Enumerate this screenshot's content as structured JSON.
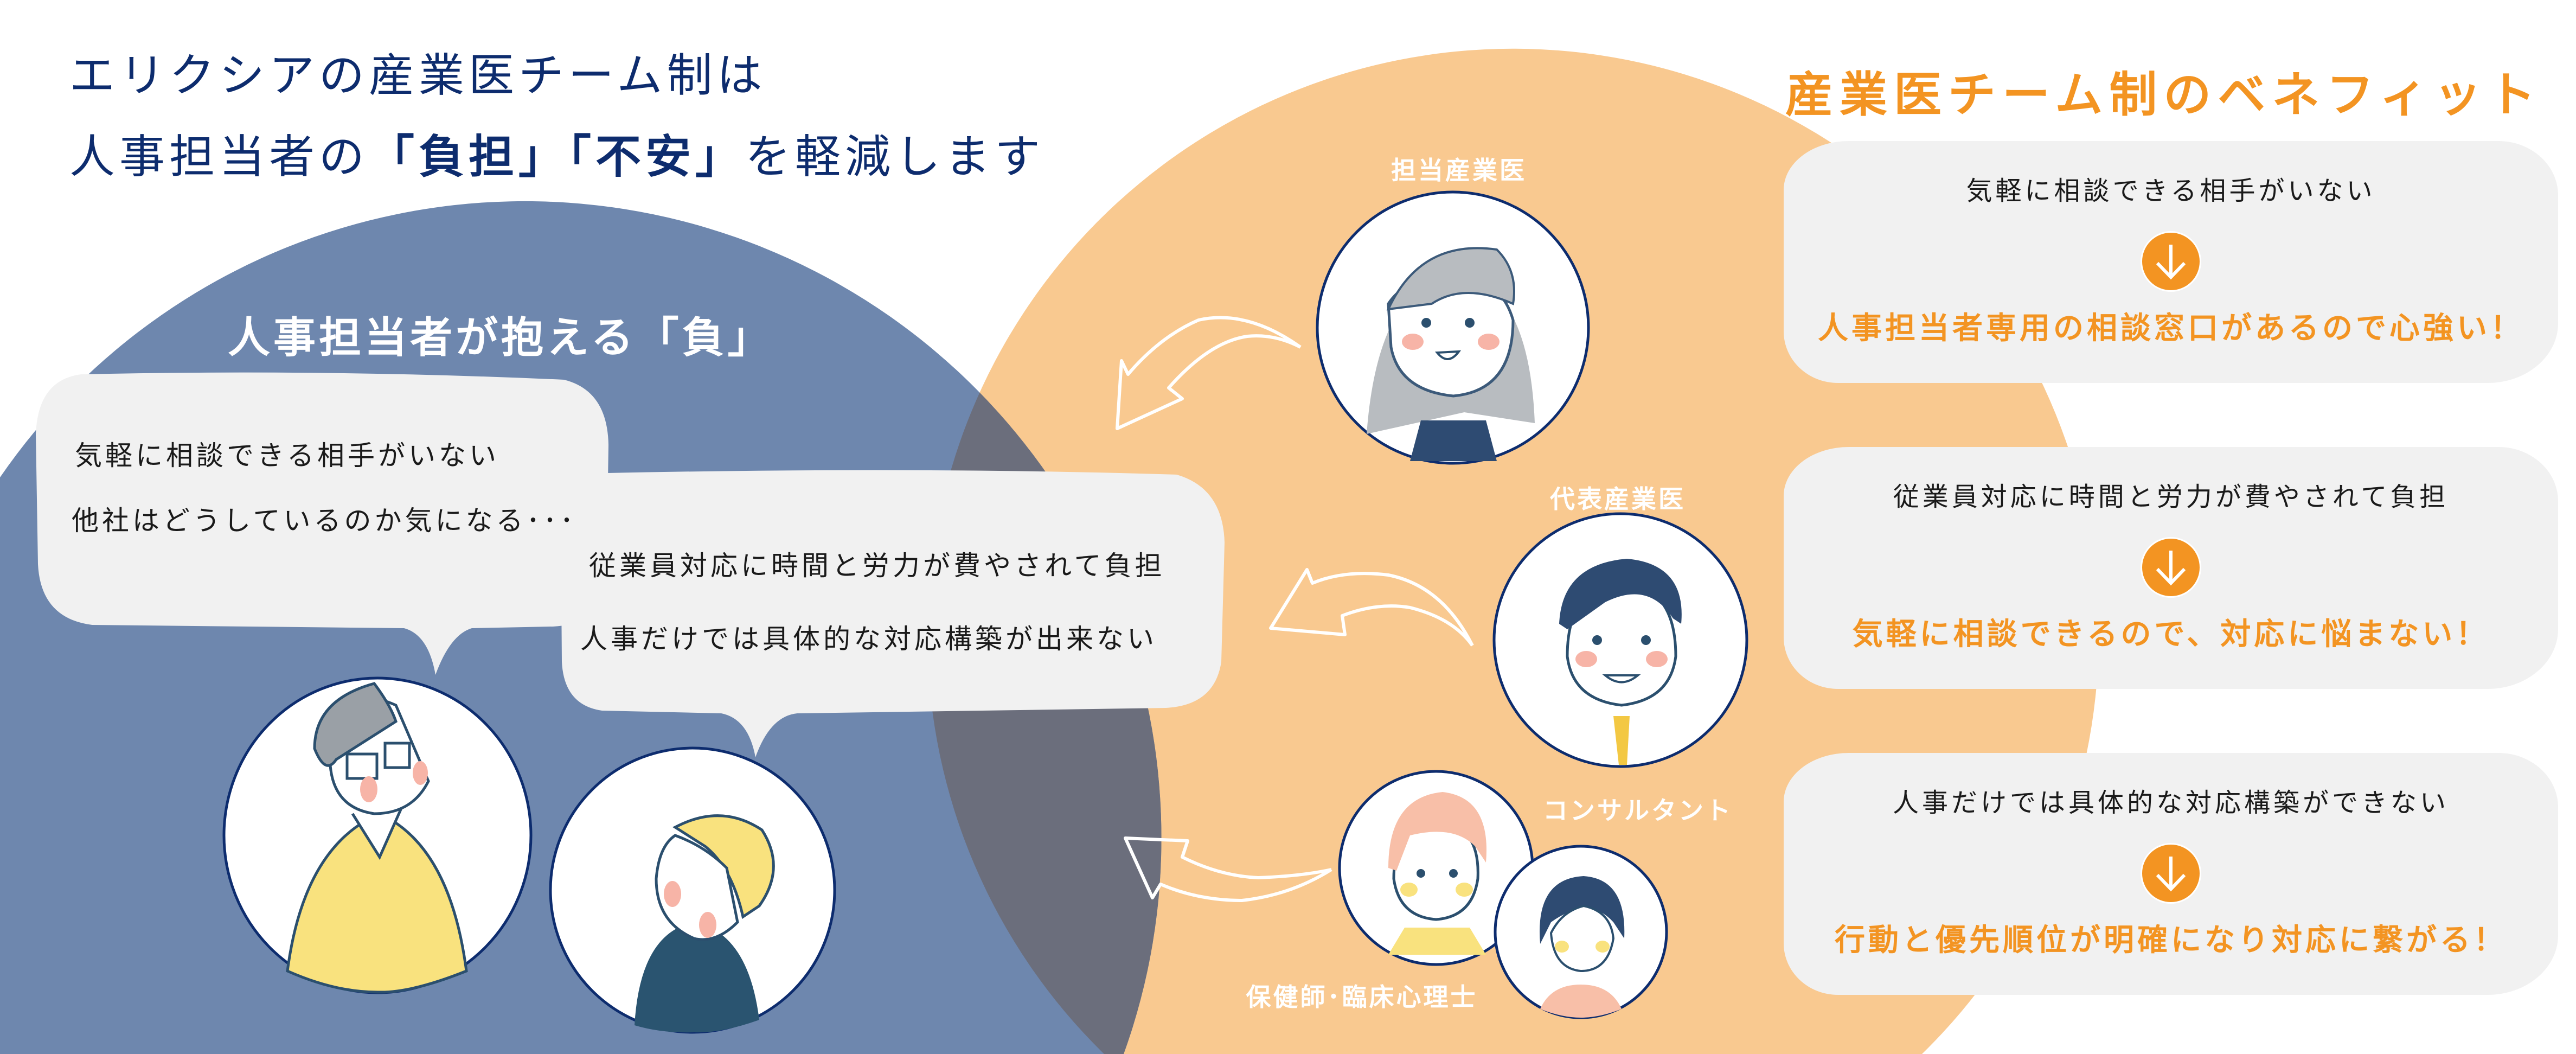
{
  "header": {
    "line1": "エリクシアの産業医チーム制は",
    "line2_prefix": "人事担当者の",
    "line2_burden": "「負担」",
    "line2_anxiety": "「不安」",
    "line2_suffix": "を軽減します"
  },
  "left": {
    "heading": "人事担当者が抱える「負」",
    "bubble1": [
      "気軽に相談できる相手がいない",
      "他社はどうしているのか気になる･･･"
    ],
    "bubble2": [
      "従業員対応に時間と労力が費やされて負担",
      "人事だけでは具体的な対応構築が出来ない"
    ]
  },
  "team": {
    "members": [
      {
        "label": "担当産業医"
      },
      {
        "label": "代表産業医"
      },
      {
        "label": "コンサルタント"
      },
      {
        "label": "保健師･臨床心理士"
      }
    ]
  },
  "benefits": {
    "heading": "産業医チーム制のベネフィット",
    "items": [
      {
        "problem": "気軽に相談できる相手がいない",
        "solution": "人事担当者専用の相談窓口があるので心強い！"
      },
      {
        "problem": "従業員対応に時間と労力が費やされて負担",
        "solution": "気軽に相談できるので、対応に悩まない！"
      },
      {
        "problem": "人事だけでは具体的な対応構築ができない",
        "solution": "行動と優先順位が明確になり対応に繋がる！"
      }
    ]
  },
  "colors": {
    "navy": "#0d2c6e",
    "blue_circle": "#6e87ae",
    "orange_circle": "#f9c990",
    "overlap": "#6b6e7c",
    "accent_orange": "#f39422",
    "bubble": "#f1f1f1"
  }
}
